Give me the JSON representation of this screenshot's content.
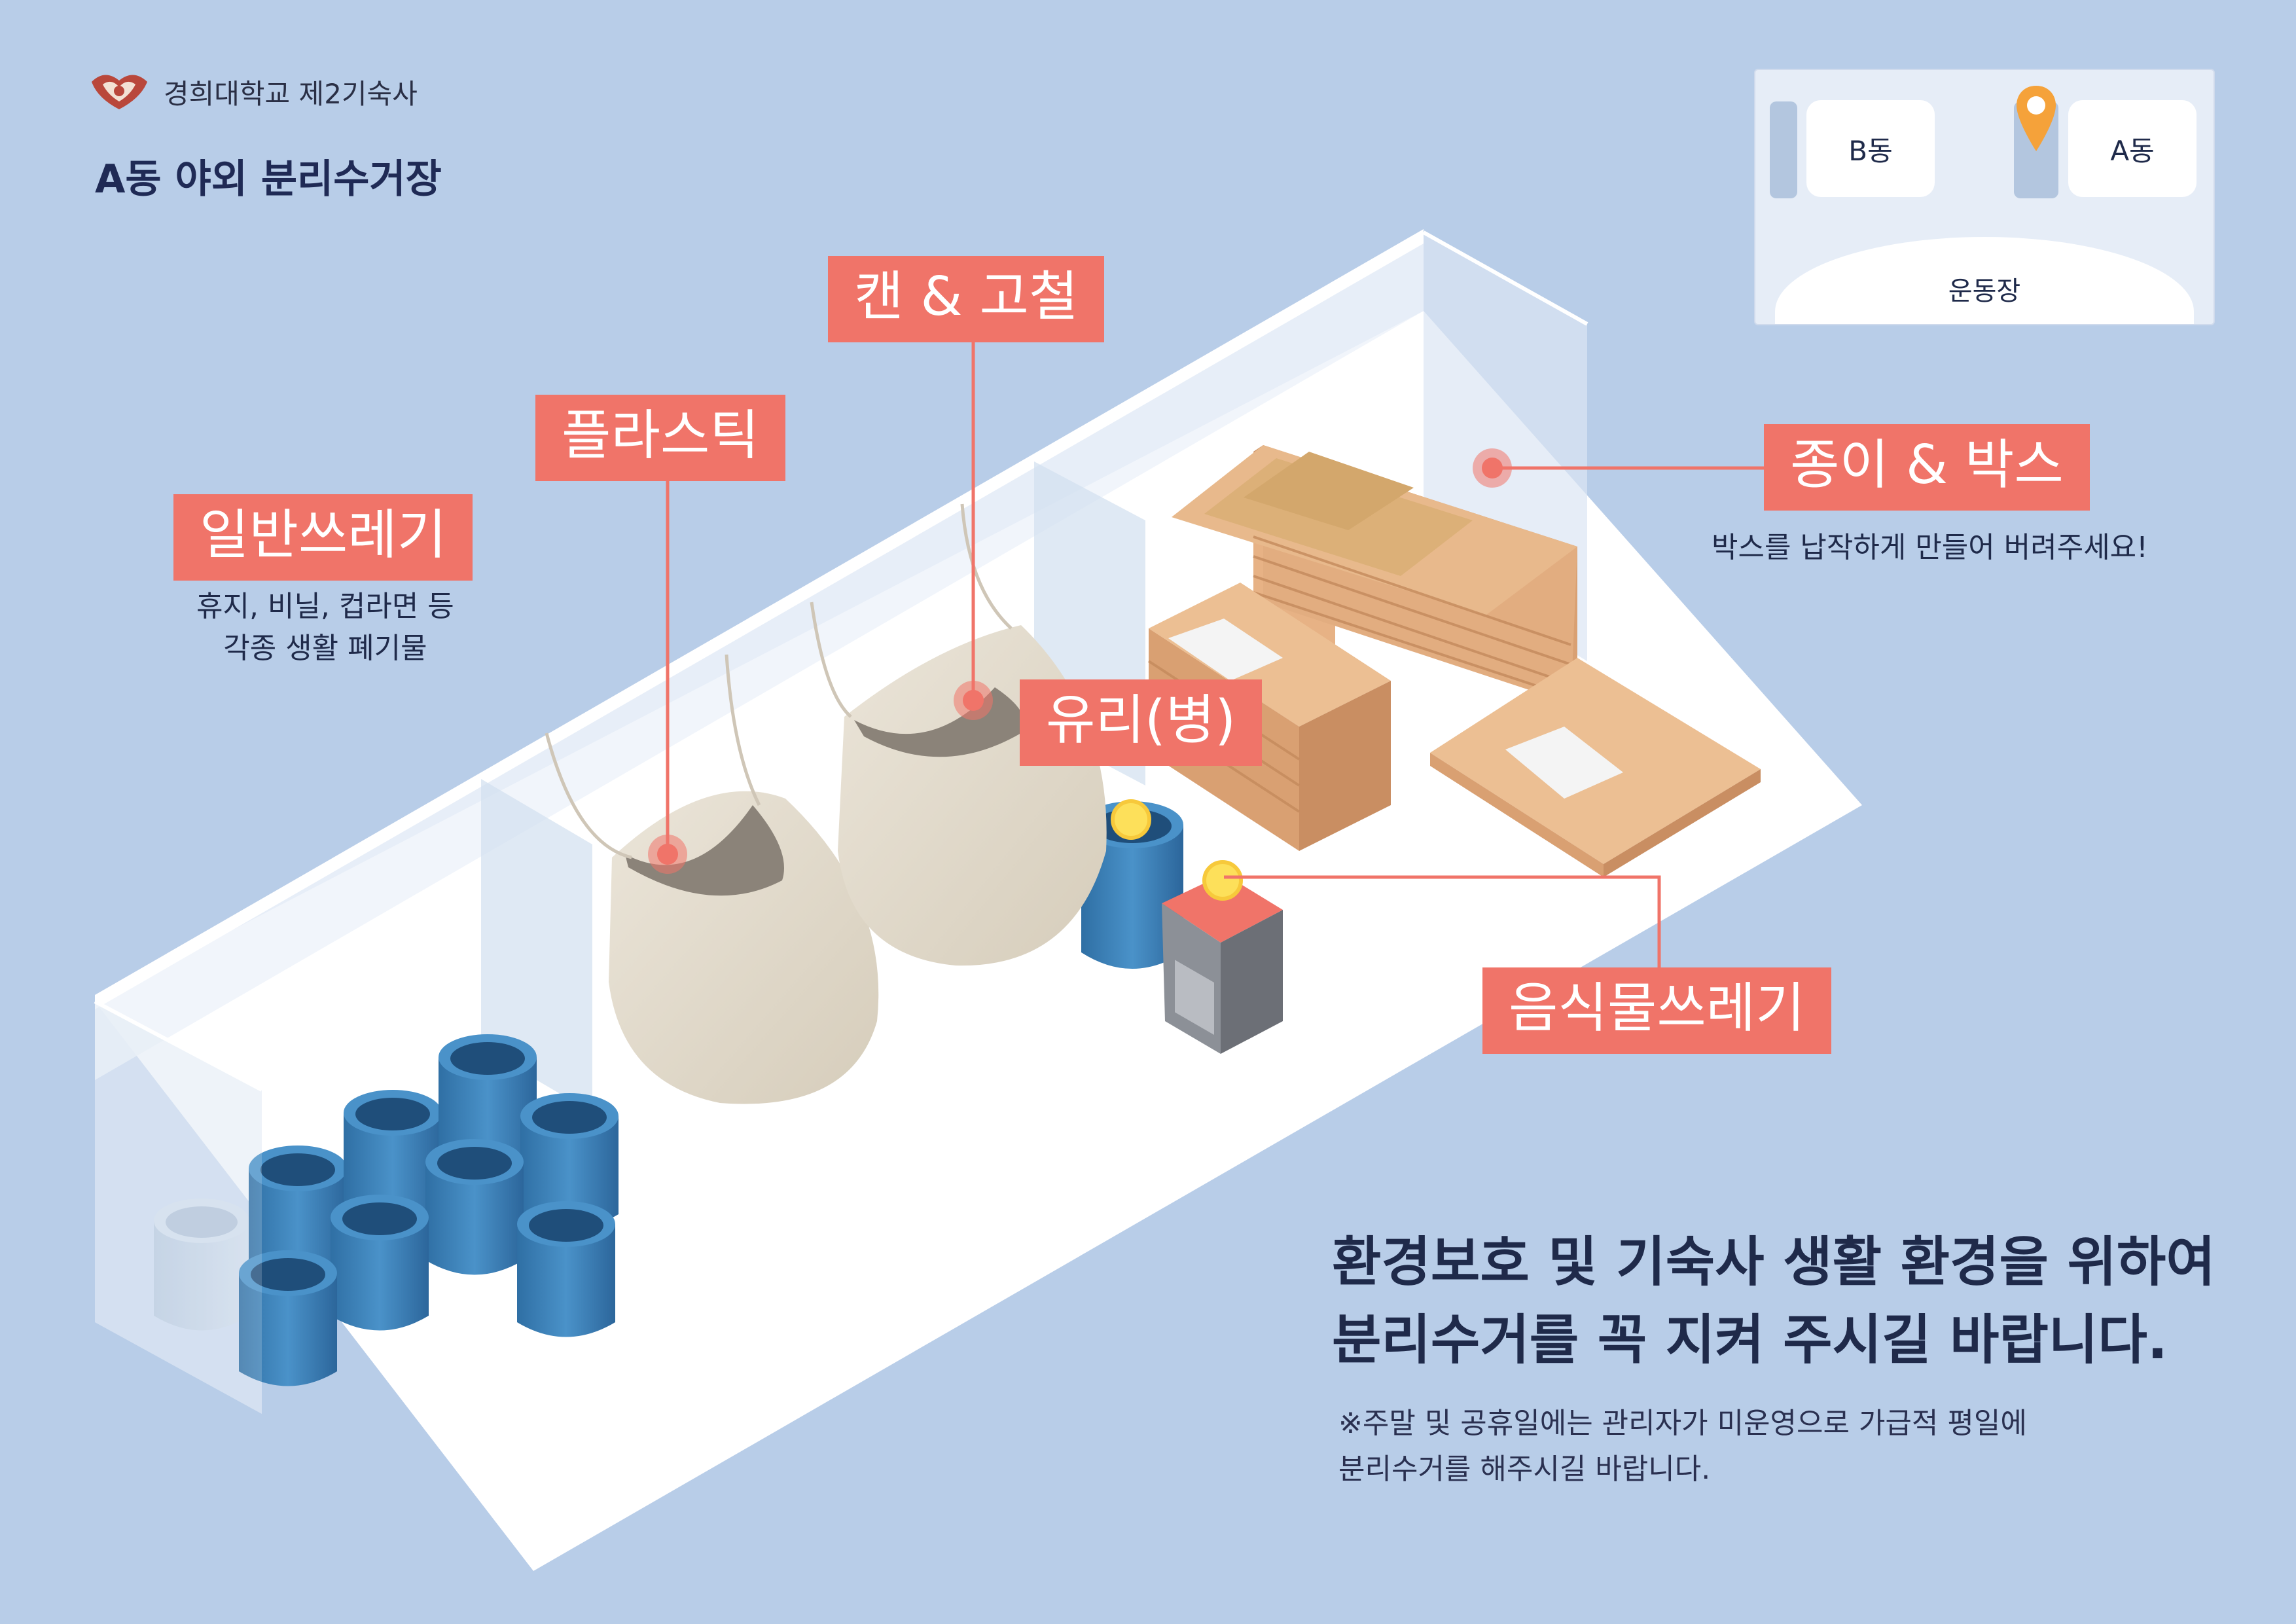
{
  "header": {
    "school_name": "경희대학교 제2기숙사",
    "page_title": "A동 야외 분리수거장"
  },
  "minimap": {
    "building_b": "B동",
    "building_a": "A동",
    "field": "운동장",
    "marker_color": "#f5a23a"
  },
  "labels": {
    "general": "일반쓰레기",
    "general_desc_1": "휴지, 비닐, 컵라면 등",
    "general_desc_2": "각종 생활 폐기물",
    "plastic": "플라스틱",
    "can": "캔 & 고철",
    "paper": "종이 & 박스",
    "paper_desc": "박스를 납작하게 만들어 버려주세요!",
    "glass": "유리(병)",
    "food": "음식물쓰레기"
  },
  "message": {
    "line1": "환경보호 및 기숙사 생활 환경을 위하여",
    "line2": "분리수거를 꼭 지켜 주시길 바랍니다.",
    "note1": "※주말 및 공휴일에는 관리자가 미운영으로 가급적 평일에",
    "note2": "분리수거를 해주시길 바랍니다."
  },
  "colors": {
    "background": "#b8cde8",
    "accent": "#f07469",
    "bin_blue": "#3d86c0",
    "bag": "#e2dacb",
    "cardboard": "#e3a97a"
  }
}
